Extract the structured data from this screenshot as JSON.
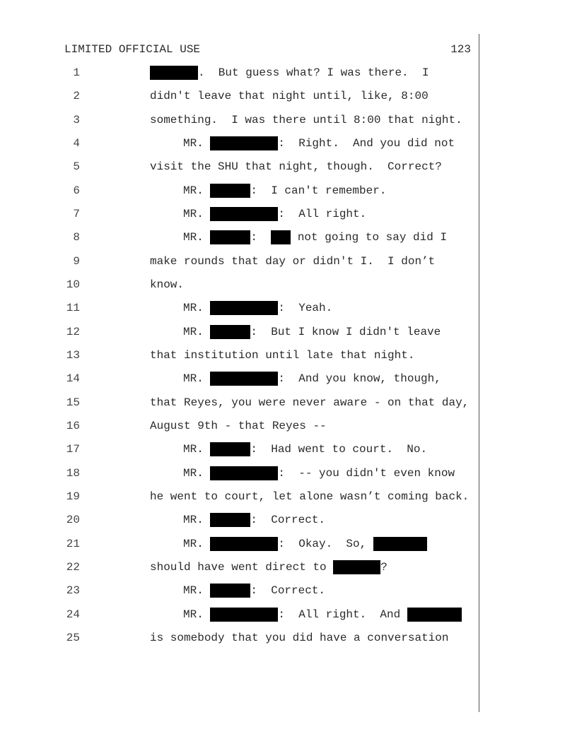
{
  "header": {
    "classification": "LIMITED OFFICIAL USE",
    "page_number": "123"
  },
  "redaction_label": "redacted",
  "lines": [
    {
      "num": "1",
      "a": ".  But guess what? I was there.  I"
    },
    {
      "num": "2",
      "a": "didn't leave that night until, like, 8:00"
    },
    {
      "num": "3",
      "a": "something.  I was there until 8:00 that night."
    },
    {
      "num": "4",
      "mr": "MR. ",
      "a": ":  Right.  And you did not"
    },
    {
      "num": "5",
      "a": "visit the SHU that night, though.  Correct?"
    },
    {
      "num": "6",
      "mr": "MR. ",
      "a": ":  I can't remember."
    },
    {
      "num": "7",
      "mr": "MR. ",
      "a": ":  All right."
    },
    {
      "num": "8",
      "mr": "MR. ",
      "a": ":  ",
      "b": " not going to say did I"
    },
    {
      "num": "9",
      "a": "make rounds that day or didn't I.  I don’t"
    },
    {
      "num": "10",
      "a": "know."
    },
    {
      "num": "11",
      "mr": "MR. ",
      "a": ":  Yeah."
    },
    {
      "num": "12",
      "mr": "MR. ",
      "a": ":  But I know I didn't leave"
    },
    {
      "num": "13",
      "a": "that institution until late that night."
    },
    {
      "num": "14",
      "mr": "MR. ",
      "a": ":  And you know, though,"
    },
    {
      "num": "15",
      "a": "that Reyes, you were never aware - on that day,"
    },
    {
      "num": "16",
      "a": "August 9th - that Reyes --"
    },
    {
      "num": "17",
      "mr": "MR. ",
      "a": ":  Had went to court.  No."
    },
    {
      "num": "18",
      "mr": "MR. ",
      "a": ":  -- you didn't even know"
    },
    {
      "num": "19",
      "a": "he went to court, let alone wasn’t coming back."
    },
    {
      "num": "20",
      "mr": "MR. ",
      "a": ":  Correct."
    },
    {
      "num": "21",
      "mr": "MR. ",
      "a": ":  Okay.  So, "
    },
    {
      "num": "22",
      "a": "should have went direct to ",
      "b": "?"
    },
    {
      "num": "23",
      "mr": "MR. ",
      "a": ":  Correct."
    },
    {
      "num": "24",
      "mr": "MR. ",
      "a": ":  All right.  And "
    },
    {
      "num": "25",
      "a": "is somebody that you did have a conversation"
    }
  ]
}
